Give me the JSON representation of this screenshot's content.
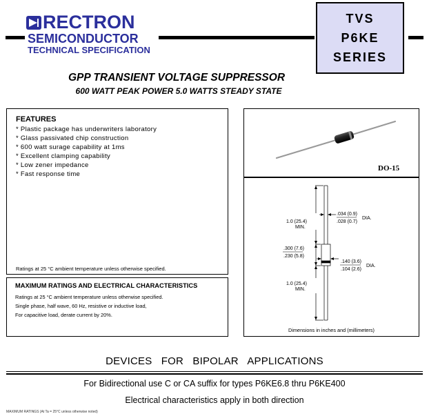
{
  "header": {
    "brand": "RECTRON",
    "subtitle": "SEMICONDUCTOR",
    "subtitle2": "TECHNICAL SPECIFICATION",
    "brand_color": "#2b2f9c"
  },
  "series_box": {
    "line1": "TVS",
    "line2": "P6KE",
    "line3": "SERIES",
    "bg_color": "#dcdcf5"
  },
  "titles": {
    "main": "GPP TRANSIENT VOLTAGE SUPPRESSOR",
    "sub": "600 WATT PEAK POWER  5.0 WATTS  STEADY STATE"
  },
  "features": {
    "title": "FEATURES",
    "items": [
      "* Plastic package has underwriters laboratory",
      "* Glass passivated chip construction",
      "* 600 watt surage capability at 1ms",
      "* Excellent clamping capability",
      "* Low zener impedance",
      "* Fast response time"
    ],
    "footnote": "Ratings at 25 °C ambient temperature unless otherwise specified."
  },
  "ratings": {
    "title": "MAXIMUM RATINGS AND ELECTRICAL CHARACTERISTICS",
    "lines": [
      "Ratings at 25 °C ambient temperature unless otherwise specified.",
      "Single phase, half wave, 60 Hz, resistive or inductive load,",
      "For capacitive load, derate current by 20%."
    ]
  },
  "package": {
    "name": "DO-15"
  },
  "dimensions": {
    "lead_dia_top": ".034 (0.9)",
    "lead_dia_bottom": ".028 (0.7)",
    "dia_label": "DIA.",
    "lead_len_top": "1.0 (25.4)",
    "lead_len_top_min": "MIN.",
    "body_len_top": ".300 (7.6)",
    "body_len_bottom": ".230 (5.8)",
    "body_dia_top": ".140 (3.6)",
    "body_dia_bottom": ".104 (2.6)",
    "body_dia_label": "DIA.",
    "lead_len_bottom": "1.0 (25.4)",
    "lead_len_bottom_min": "MIN.",
    "caption": "Dimensions in inches and (millimeters)"
  },
  "bottom": {
    "devices": "DEVICES FOR BIPOLAR APPLICATIONS",
    "bidirectional": "For Bidirectional use C or CA suffix for types P6KE6.8 thru P6KE400",
    "electrical": "Electrical characteristics apply in both direction",
    "cutoff": "MAXIMUM RATINGS (At Ta = 25°C unless otherwise noted)"
  }
}
